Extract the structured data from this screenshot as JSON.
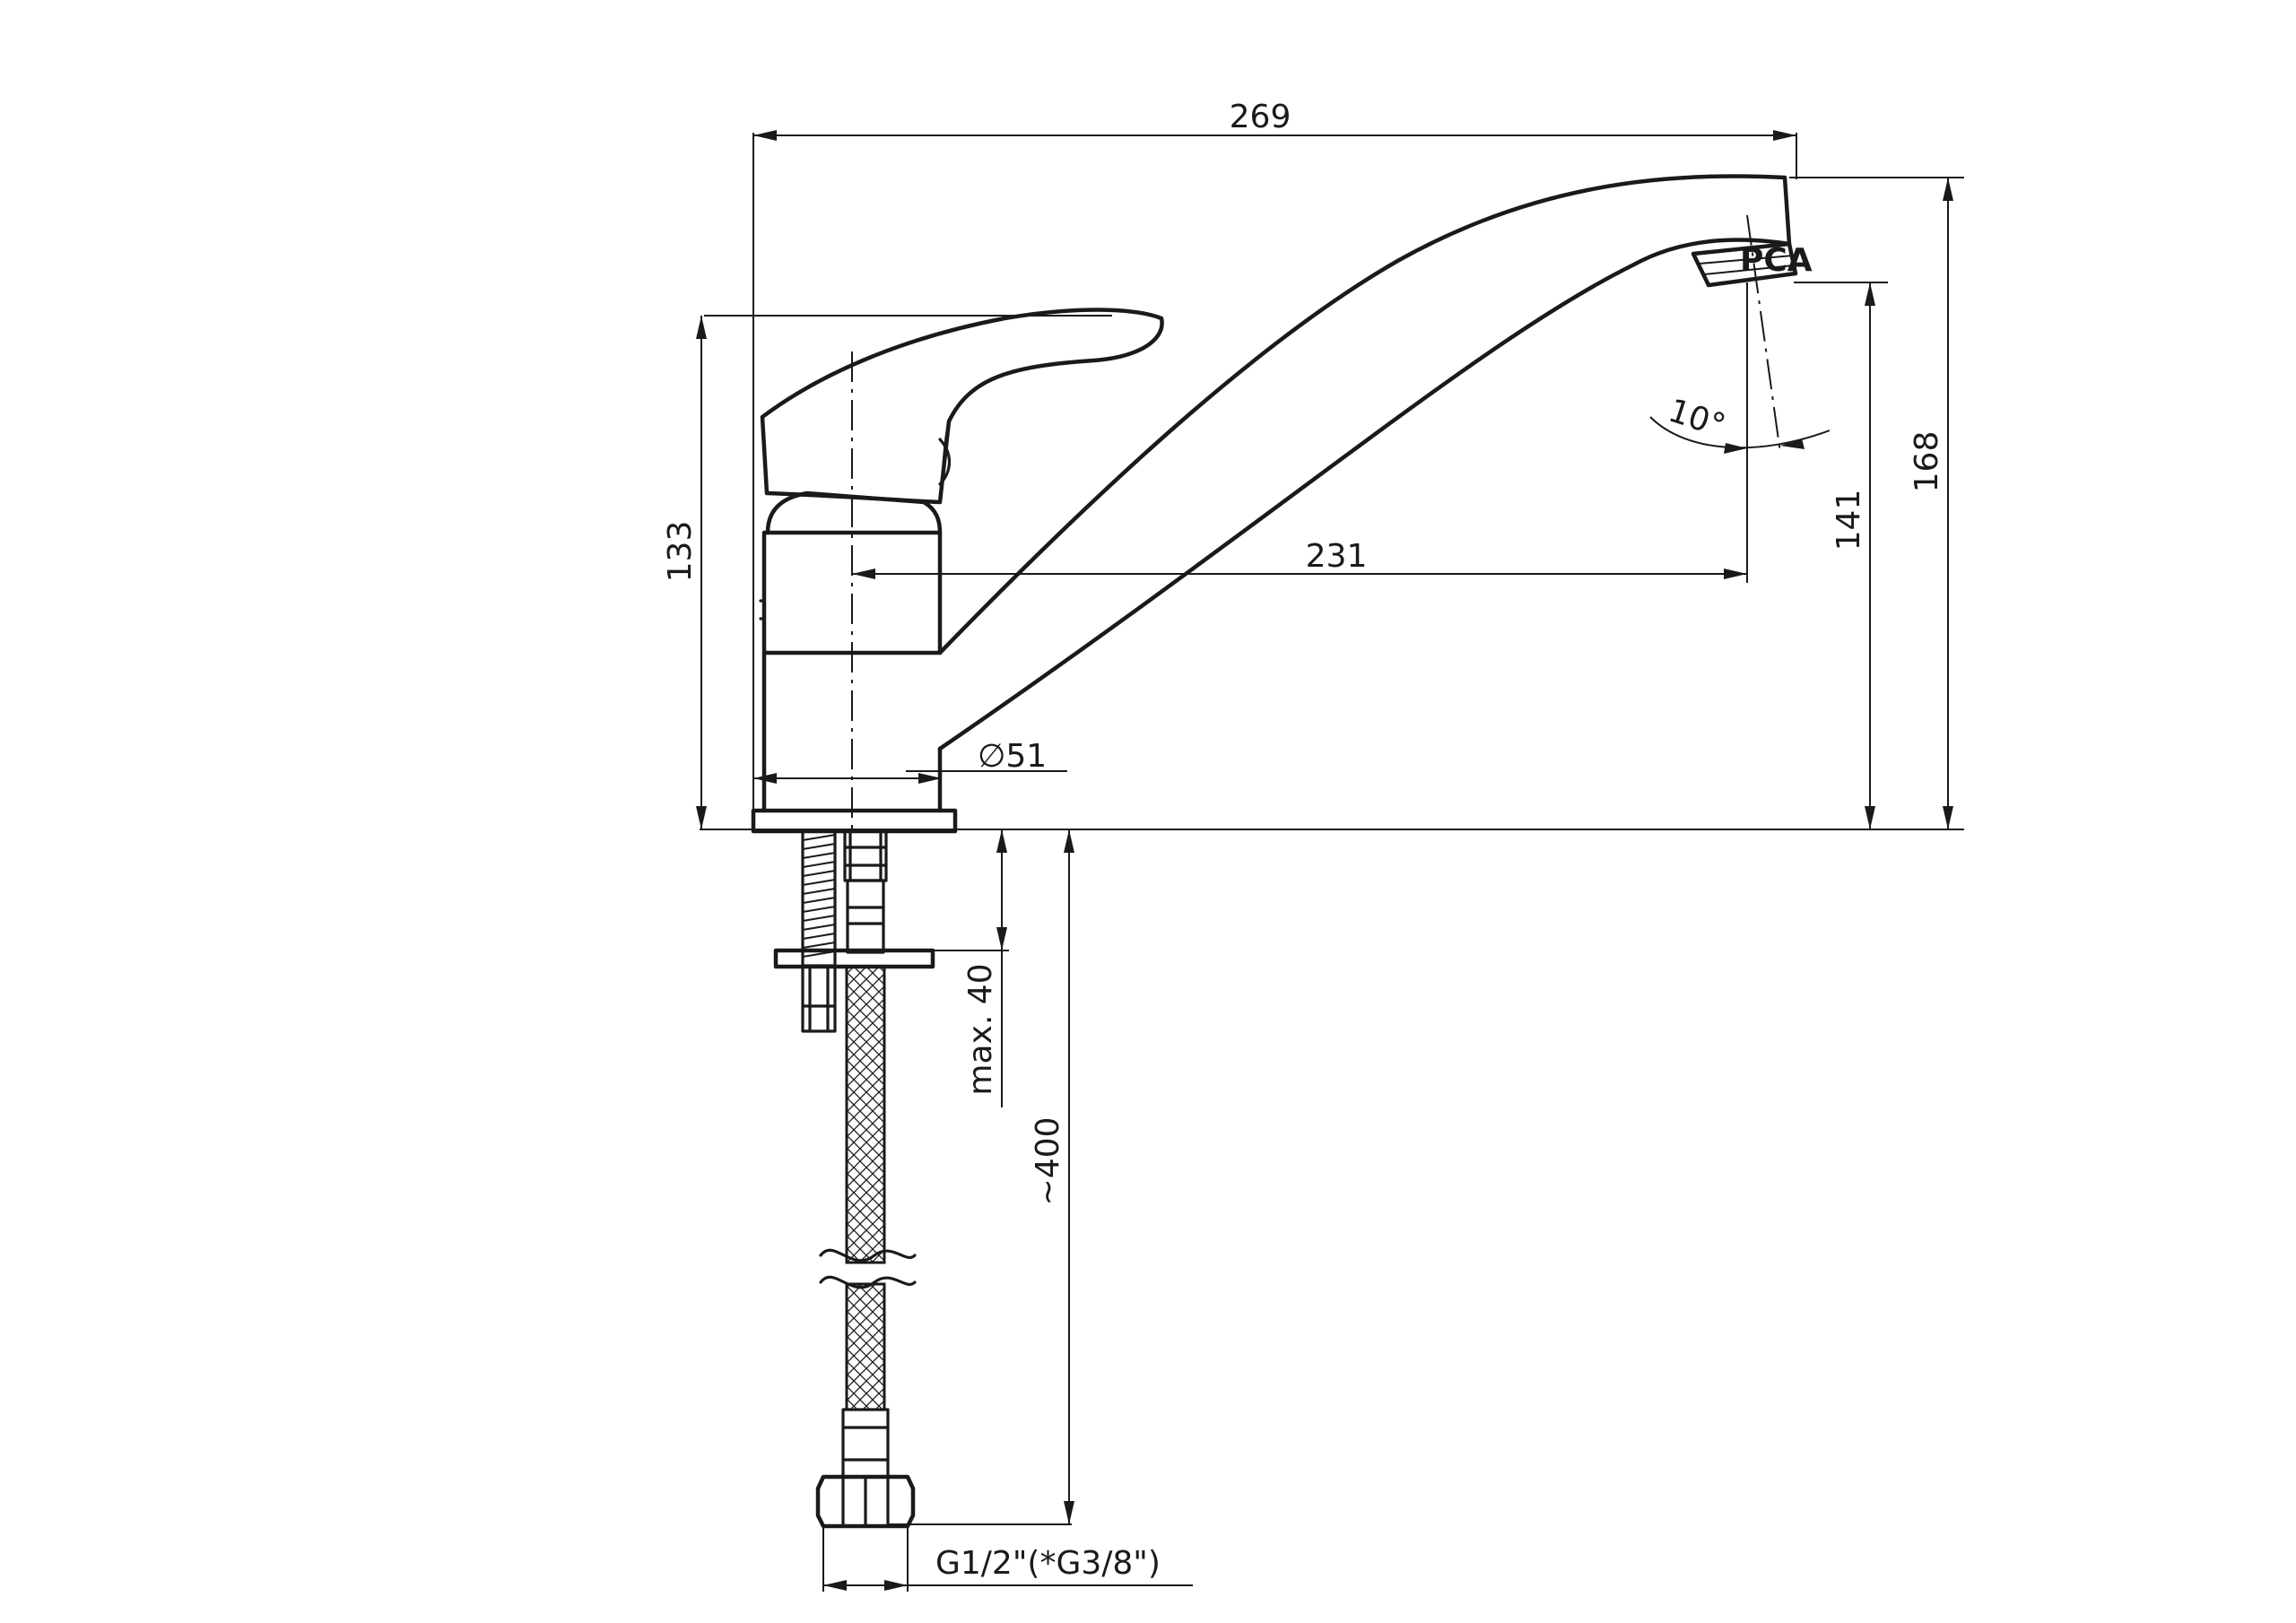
{
  "colors": {
    "line": "#1a1a1a",
    "background": "#ffffff"
  },
  "dimensions": {
    "overall_length": "269",
    "spout_reach": "231",
    "total_height": "168",
    "outlet_height": "141",
    "handle_height": "133",
    "base_diameter": "∅51",
    "spout_angle": "10°",
    "max_deck_thickness": "max. 40",
    "hose_length": "~400",
    "connection_thread": "G1/2\"(*G3/8\")"
  },
  "aerator_marking": "PCA"
}
